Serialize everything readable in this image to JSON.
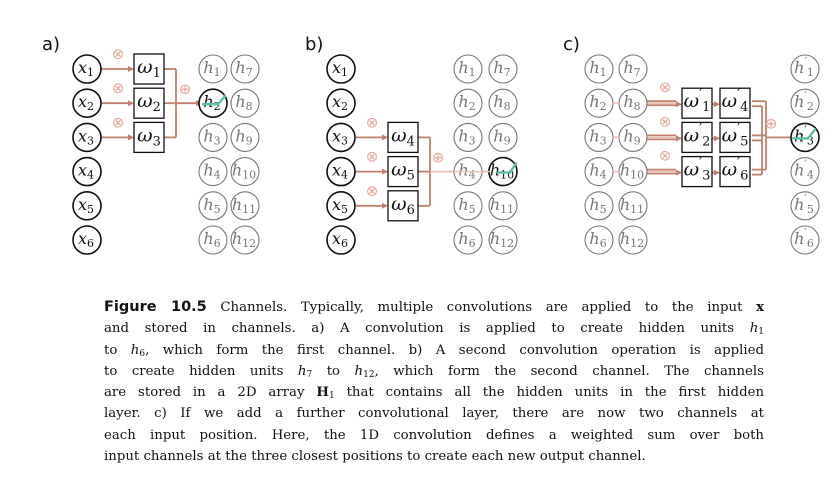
{
  "panels": [
    {
      "label": "a)",
      "inputs": [
        "x",
        "x",
        "x",
        "x",
        "x",
        "x"
      ],
      "input_subs": [
        "1",
        "2",
        "3",
        "4",
        "5",
        "6"
      ],
      "hidden_col1_subs": [
        "1",
        "2",
        "3",
        "4",
        "5",
        "6"
      ],
      "hidden_col2_subs": [
        "7",
        "8",
        "9",
        "10",
        "11",
        "12"
      ],
      "weights": [
        "ω",
        "ω",
        "ω"
      ],
      "weight_subs": [
        "1",
        "2",
        "3"
      ],
      "multiply_symbol": "⊗",
      "sum_symbol": "⊕",
      "active_output": "h2"
    },
    {
      "label": "b)",
      "weight_subs": [
        "4",
        "5",
        "6"
      ],
      "active_output": "h10"
    },
    {
      "label": "c)",
      "weight_subs_col1": [
        "1",
        "2",
        "3"
      ],
      "weight_subs_col2": [
        "4",
        "5",
        "6"
      ],
      "prime": "′",
      "output_subs": [
        "1",
        "2",
        "3",
        "4",
        "5",
        "6"
      ],
      "active_output": "h'3"
    }
  ],
  "symbols": {
    "x": "x",
    "h": "h",
    "w": "ω",
    "mul": "⊗",
    "add": "⊕"
  },
  "caption": {
    "figure_label": "Figure 10.5",
    "lines": [
      "Channels. Typically, multiple convolutions are applied to the input",
      "and stored in channels.  a) A convolution is applied to create hidden units",
      "to",
      ", which form the first channel. b) A second convolution operation is applied",
      "to create hidden units",
      "to",
      ", which form the second channel.  The channels",
      "are stored in a 2D array",
      "that contains all the hidden units in the first hidden",
      "layer.  c) If we add a further convolutional layer, there are now two channels at",
      "each input position. Here, the 1D convolution defines a weighted sum over both",
      "input channels at the three closest positions to create each new output channel."
    ],
    "math": {
      "x_bold": "x",
      "h": "h",
      "h1_sub": "1",
      "h6_sub": "6",
      "h7_sub": "7",
      "h12_sub": "12",
      "H": "H",
      "H_sub": "1"
    }
  },
  "colors": {
    "arrow": "#c0806c",
    "arrow_light": "#e8c0b4",
    "op": "#e6a598",
    "active_stroke": "#111111",
    "inactive_stroke": "#777777",
    "teal": "#5bbfa8"
  }
}
